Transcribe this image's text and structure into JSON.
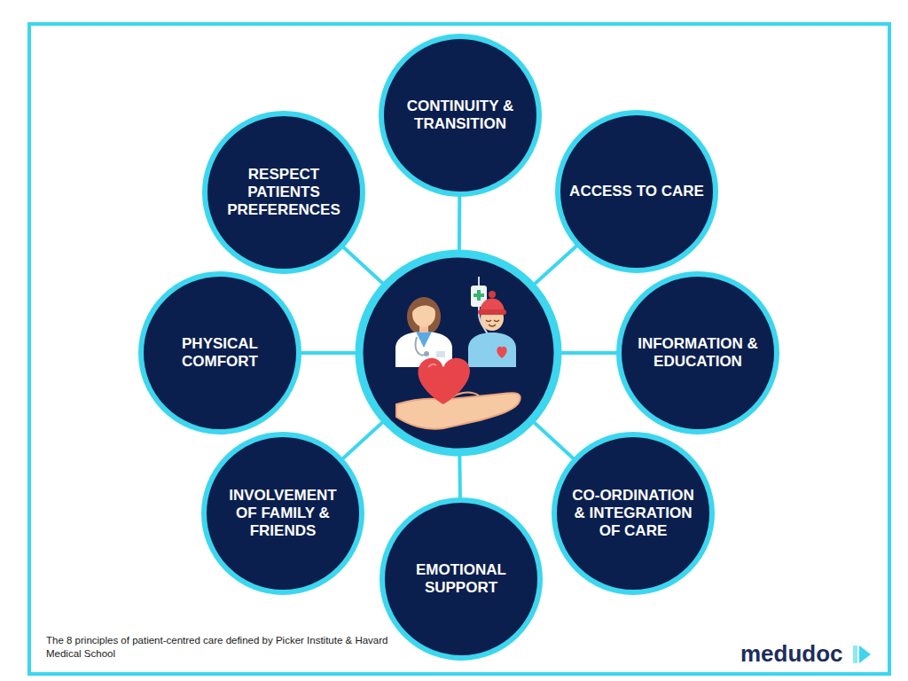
{
  "diagram": {
    "caption": "The 8 principles of patient-centred care defined by Picker Institute & Havard Medical School",
    "nodes": [
      {
        "text": [
          "CONTINUITY & TRANSITION"
        ]
      },
      {
        "text": [
          "ACCESS TO CARE"
        ]
      },
      {
        "text": [
          "INFORMATION & EDUCATION"
        ]
      },
      {
        "text": [
          "CO-ORDINATION & INTEGRATION OF CARE"
        ]
      },
      {
        "text": [
          "EMOTIONAL SUPPORT"
        ]
      },
      {
        "text": [
          "INVOLVEMENT OF FAMILY & FRIENDS"
        ]
      },
      {
        "text": [
          "PHYSICAL COMFORT"
        ]
      },
      {
        "text": [
          "RESPECT PATIENTS PREFERENCES"
        ]
      }
    ],
    "labels": [
      "medudoc"
    ]
  }
}
